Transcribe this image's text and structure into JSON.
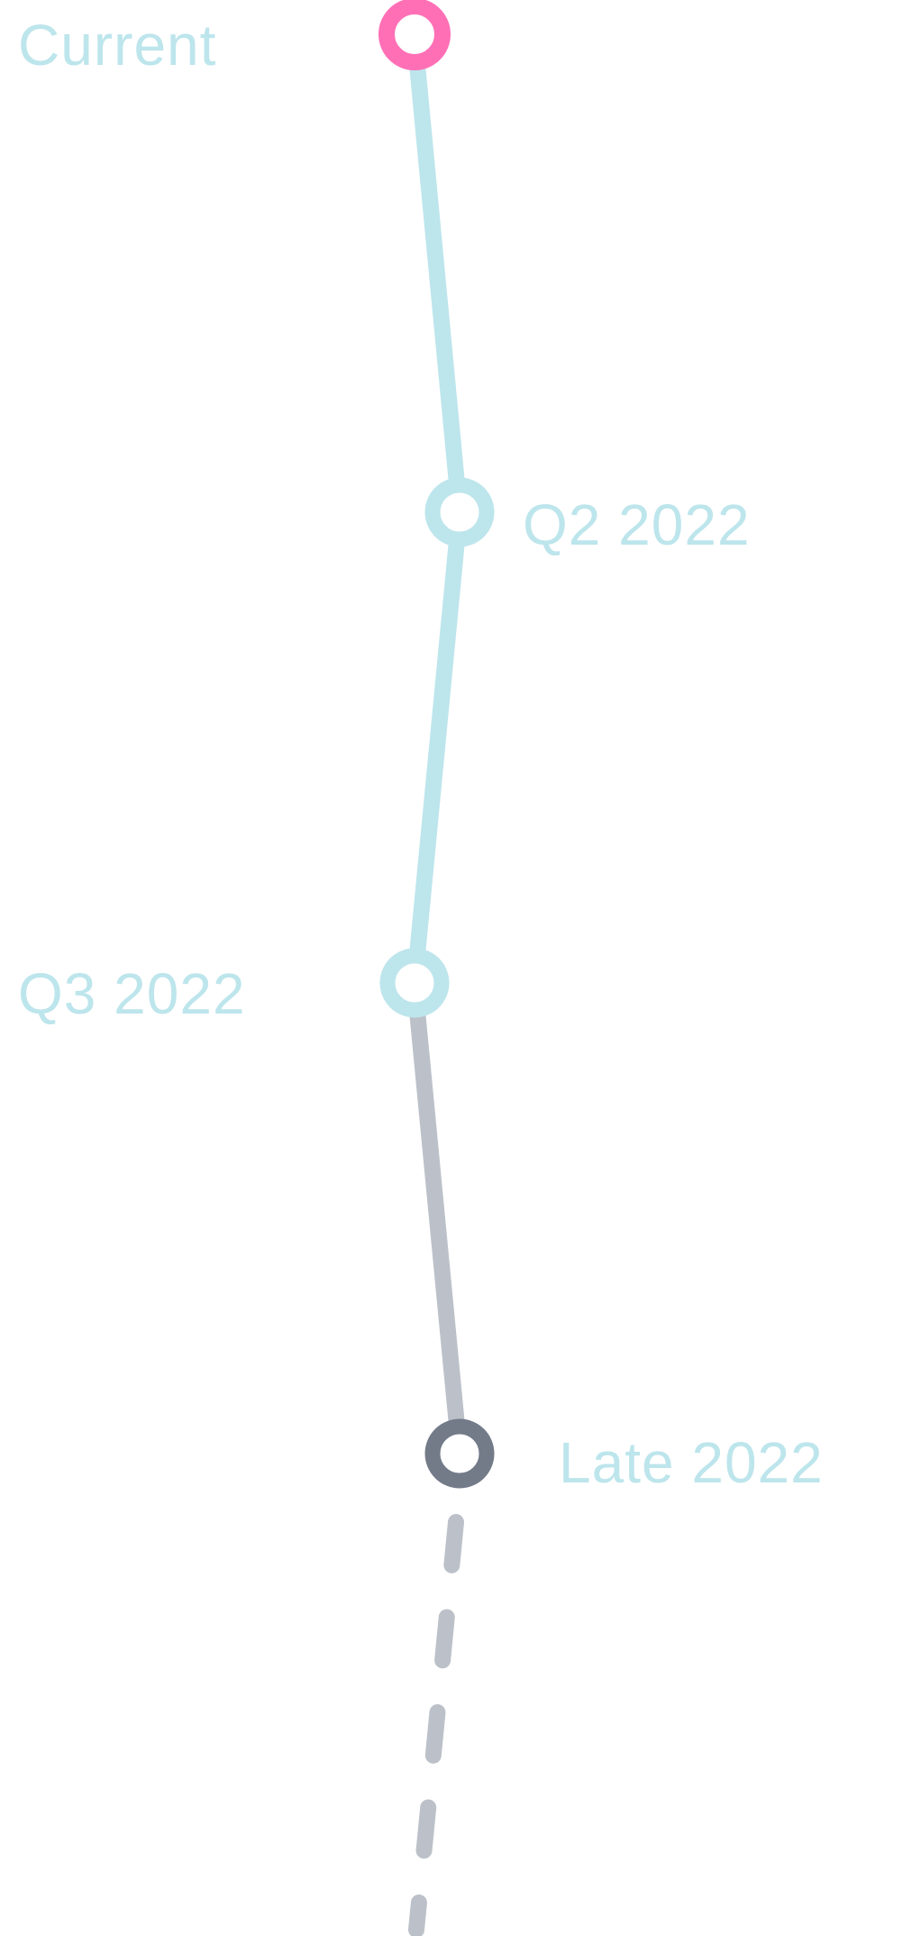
{
  "colors": {
    "completed_line": "#bde5ec",
    "upcoming_line": "#bcc1c9",
    "current_marker": "#ff6fb6",
    "completed_marker": "#bde5ec",
    "upcoming_marker": "#737b89",
    "label_text": "#bde5ec",
    "marker_fill": "#ffffff"
  },
  "milestones": [
    {
      "id": "current",
      "label": "Current",
      "status": "current"
    },
    {
      "id": "q2-2022",
      "label": "Q2 2022",
      "status": "completed"
    },
    {
      "id": "q3-2022",
      "label": "Q3 2022",
      "status": "completed"
    },
    {
      "id": "late-2022",
      "label": "Late 2022",
      "status": "upcoming"
    }
  ],
  "continuation": {
    "style": "dashed"
  }
}
